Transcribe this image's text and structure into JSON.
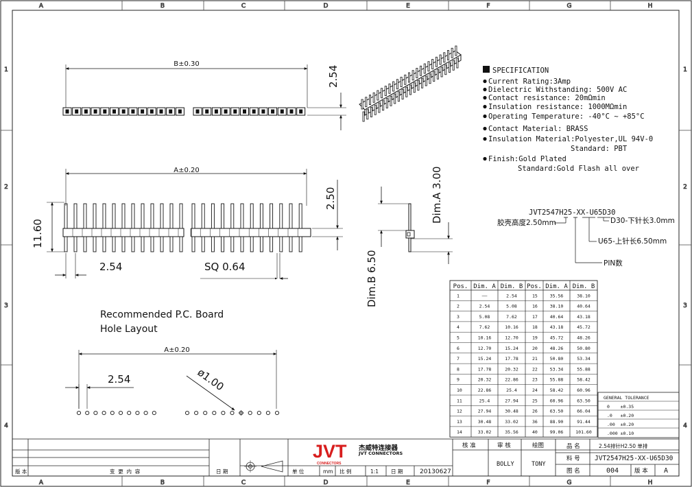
{
  "frame": {
    "columns": [
      "A",
      "B",
      "C",
      "D",
      "E",
      "F",
      "G",
      "H"
    ],
    "rows": [
      "1",
      "2",
      "3",
      "4"
    ]
  },
  "specification": {
    "heading": "SPECIFICATION",
    "lines": [
      "Current Rating:3Amp",
      "Dielectric Withstanding: 500V AC",
      "Contact resistance: 20mΩmin",
      "Insulation resistance: 1000MΩmin",
      "Operating Temperature: -40°C ~ +85°C",
      "Contact Material: BRASS",
      "Insulation Material:Polyester,UL 94V-0",
      "Standard: PBT",
      "Finish:Gold Plated",
      "Standard:Gold Flash all over"
    ]
  },
  "part_code": {
    "code": "JVT2547H25-XX-U65D30",
    "housing_note": "胶壳高度2.50mm",
    "lower_pin_note": "D30-下针长3.0mm",
    "upper_pin_note": "U65-上针长6.50mm",
    "pin_count_note": "PIN数"
  },
  "dimensions": {
    "top_b": "B±0.30",
    "top_pitch": "2.54",
    "front_a": "A±0.20",
    "height_total": "11.60",
    "housing_height": "2.50",
    "pitch": "2.54",
    "pin_sq": "SQ 0.64",
    "side_dim_a": "Dim.A 3.00",
    "side_dim_b": "Dim.B 6.50",
    "layout_a": "A±0.20",
    "layout_pitch": "2.54",
    "hole_dia": "ø1.00"
  },
  "pcb_layout": {
    "title_line1": "Recommended P.C. Board",
    "title_line2": "Hole Layout"
  },
  "dim_table": {
    "headers": [
      "Pos.",
      "Dim. A",
      "Dim. B",
      "Pos.",
      "Dim. A",
      "Dim. B"
    ],
    "rows": [
      [
        "1",
        "——",
        "2.54",
        "15",
        "35.56",
        "38.10"
      ],
      [
        "2",
        "2.54",
        "5.08",
        "16",
        "38.10",
        "40.64"
      ],
      [
        "3",
        "5.08",
        "7.62",
        "17",
        "40.64",
        "43.18"
      ],
      [
        "4",
        "7.62",
        "10.16",
        "18",
        "43.18",
        "45.72"
      ],
      [
        "5",
        "10.16",
        "12.70",
        "19",
        "45.72",
        "48.26"
      ],
      [
        "6",
        "12.70",
        "15.24",
        "20",
        "48.26",
        "50.80"
      ],
      [
        "7",
        "15.24",
        "17.78",
        "21",
        "50.80",
        "53.34"
      ],
      [
        "8",
        "17.78",
        "20.32",
        "22",
        "53.34",
        "55.88"
      ],
      [
        "9",
        "20.32",
        "22.86",
        "23",
        "55.88",
        "58.42"
      ],
      [
        "10",
        "22.86",
        "25.4",
        "24",
        "58.42",
        "60.96"
      ],
      [
        "11",
        "25.4",
        "27.94",
        "25",
        "60.96",
        "63.50"
      ],
      [
        "12",
        "27.94",
        "30.48",
        "26",
        "63.50",
        "66.04"
      ],
      [
        "13",
        "30.48",
        "33.02",
        "36",
        "88.90",
        "91.44"
      ],
      [
        "14",
        "33.02",
        "35.56",
        "40",
        "99.06",
        "101.60"
      ]
    ]
  },
  "tolerance": {
    "title": "GENERAL TOLERANCE",
    "lines": [
      "0    ±0.35",
      ".0   ±0.20",
      ".00  ±0.20",
      ".000 ±0.10"
    ]
  },
  "title_block": {
    "logo": "JVT",
    "company_cn": "杰威特连接器",
    "company_en": "JVT CONNECTORS",
    "company_sub": "CONNECTORS",
    "revision_label": "版 本",
    "change_label": "变  更  内  容",
    "date_label": "日 期",
    "unit_label": "单 位",
    "unit_value": "mm",
    "scale_label": "比 例",
    "scale_value": "1:1",
    "date_label2": "日 期",
    "date_value": "20130627",
    "approve_label": "核 准",
    "check_label": "审 核",
    "draw_label": "绘图",
    "checker": "BOLLY",
    "drawer": "TONY",
    "product_label": "品 名",
    "product_value": "2.54排针H2.50 单排",
    "part_label": "料 号",
    "part_value": "JVT2547H25-XX-U65D30",
    "drawing_label": "图 名",
    "drawing_value": "004",
    "version_label": "版 本",
    "version_value": "A"
  }
}
